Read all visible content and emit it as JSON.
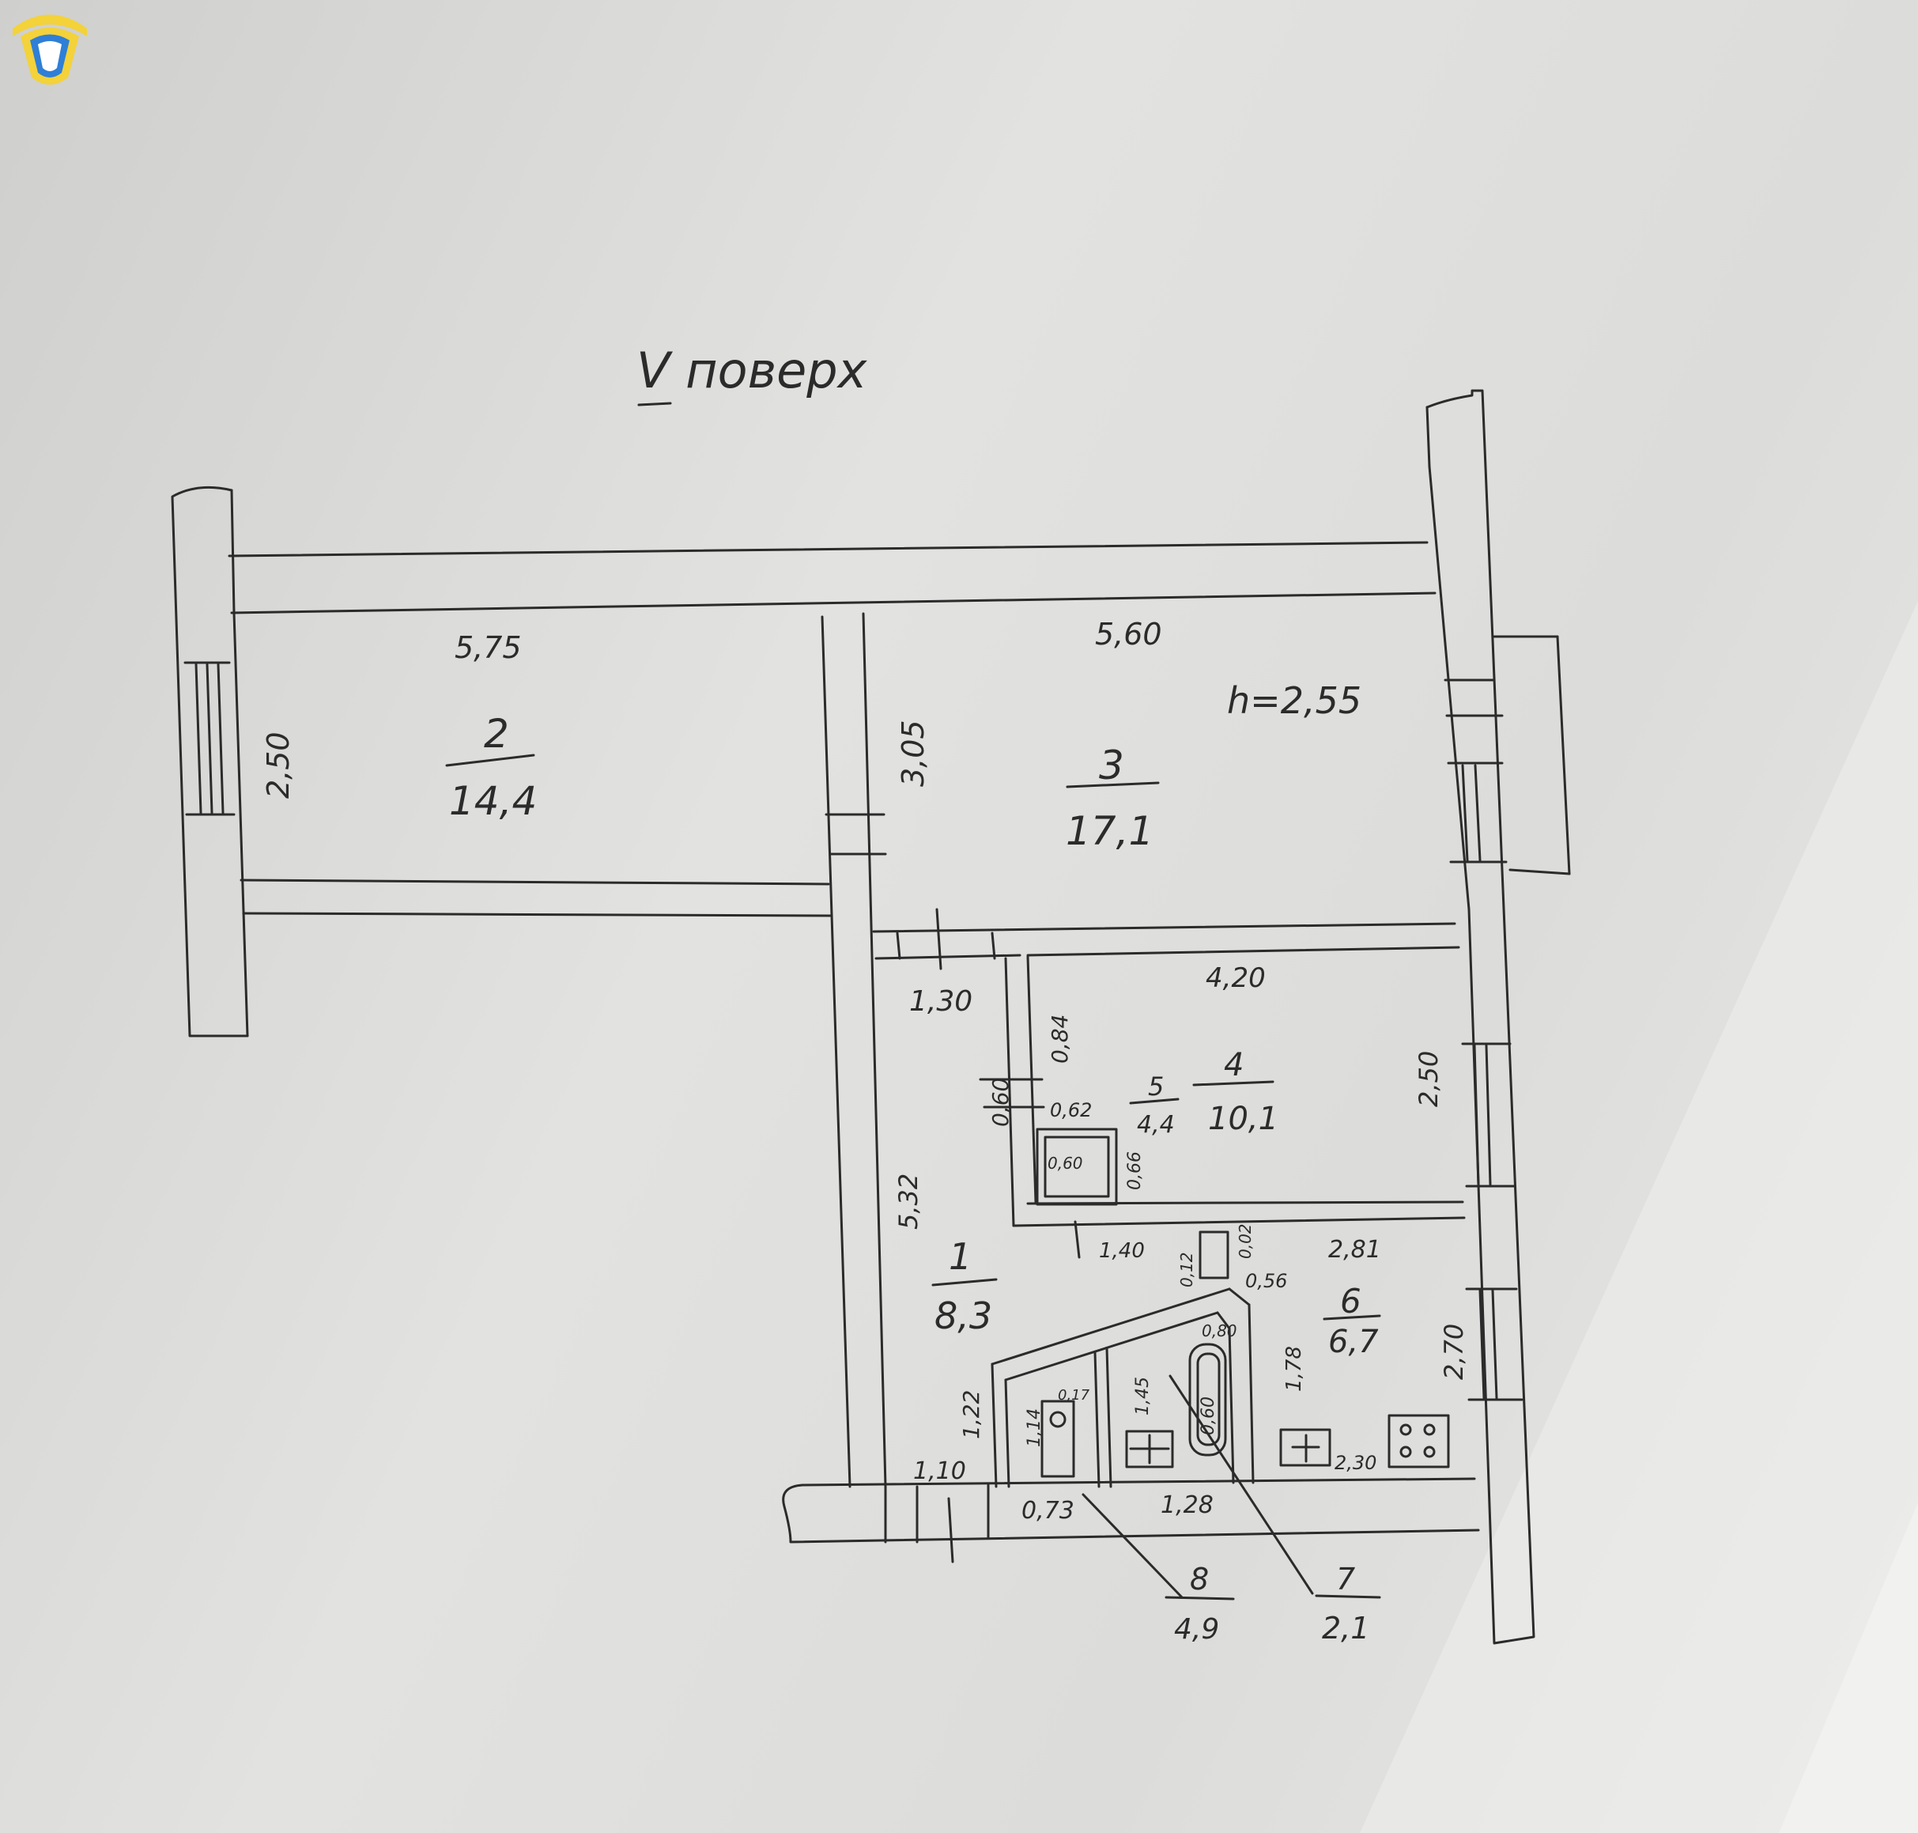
{
  "title": "V поверх",
  "ceiling_height": "h=2,55",
  "colors": {
    "ink": "#2b2b2b",
    "paper": "#dedede",
    "logo_yellow": "#f3d23a",
    "logo_blue": "#2f7fd6"
  },
  "rooms": [
    {
      "number": "2",
      "area": "14,4"
    },
    {
      "number": "3",
      "area": "17,1"
    },
    {
      "number": "4",
      "area": "10,1"
    },
    {
      "number": "5",
      "area": "4,4"
    },
    {
      "number": "1",
      "area": "8,3"
    },
    {
      "number": "6",
      "area": "6,7"
    },
    {
      "number": "8",
      "area": "4,9"
    },
    {
      "number": "7",
      "area": "2,1"
    }
  ],
  "dimensions": {
    "d_575": "5,75",
    "d_560": "5,60",
    "d_250a": "2,50",
    "d_305": "3,05",
    "d_420": "4,20",
    "d_130": "1,30",
    "d_250b": "2,50",
    "d_084": "0,84",
    "d_060a": "0,60",
    "d_062": "0,62",
    "d_066": "0,66",
    "d_060b": "0,60",
    "d_532": "5,32",
    "d_140": "1,40",
    "d_012": "0,12",
    "d_002": "0,02",
    "d_056": "0,56",
    "d_281": "2,81",
    "d_270": "2,70",
    "d_122": "1,22",
    "d_114": "1,14",
    "d_145": "1,45",
    "d_178": "1,78",
    "d_060c": "0,60",
    "d_110": "1,10",
    "d_073": "0,73",
    "d_128": "1,28",
    "d_230": "2,30",
    "d_017": "0,17",
    "d_080": "0,80"
  }
}
